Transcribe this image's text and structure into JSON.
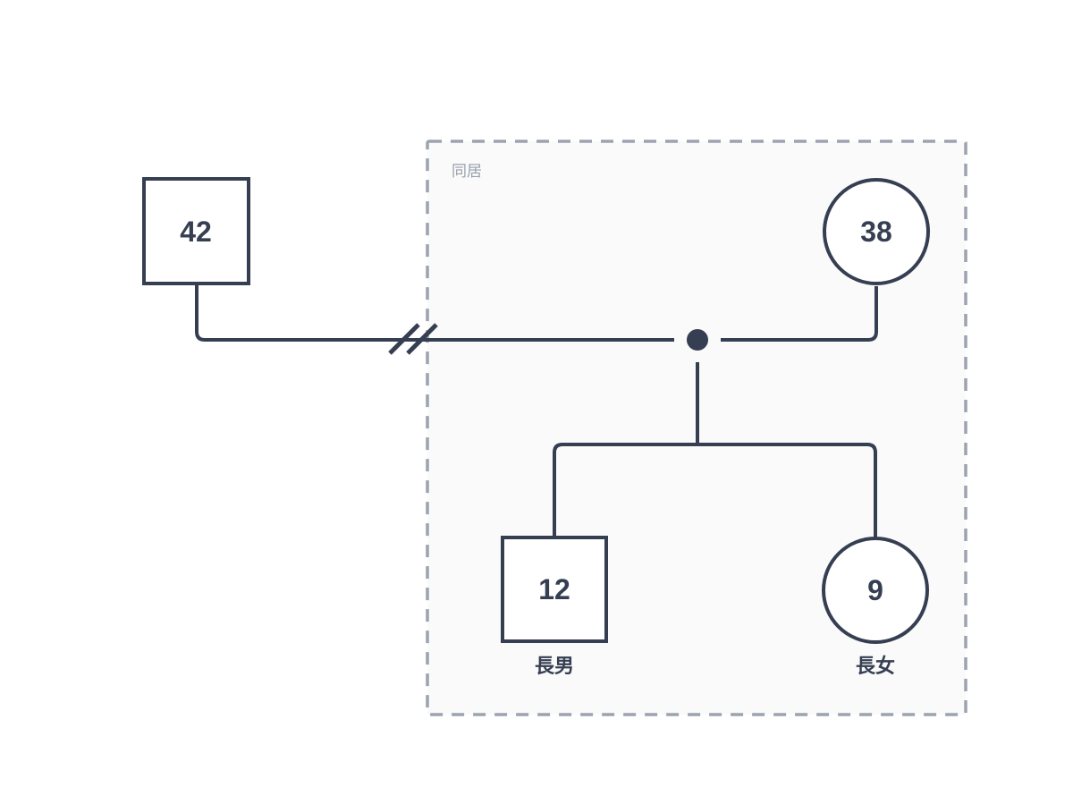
{
  "diagram": {
    "type": "genogram",
    "household": {
      "label": "同居"
    },
    "nodes": {
      "father": {
        "age": "42",
        "gender_shape": "square"
      },
      "mother": {
        "age": "38",
        "gender_shape": "circle"
      },
      "son": {
        "age": "12",
        "role": "長男",
        "gender_shape": "square"
      },
      "daughter": {
        "age": "9",
        "role": "長女",
        "gender_shape": "circle"
      }
    },
    "marks": {
      "separation_mark": "double-slash-icon",
      "junction_mark": "filled-dot-icon"
    },
    "colors": {
      "line": "#363f52",
      "dashed_border": "#9ca3af",
      "muted_label": "#98a0ac",
      "household_bg": "#fafafa",
      "canvas_bg": "#ffffff"
    }
  }
}
